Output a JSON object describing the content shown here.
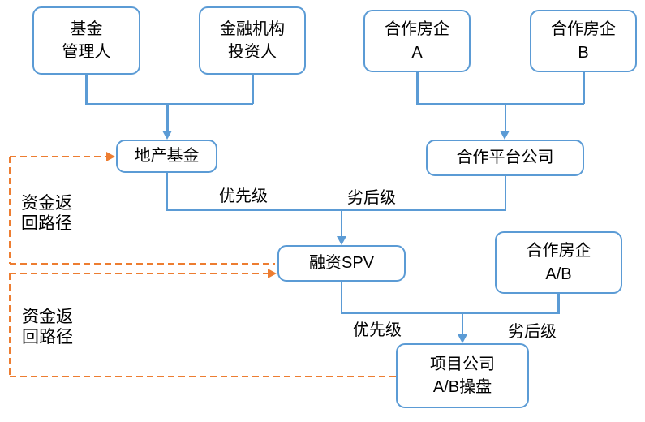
{
  "colors": {
    "accent_blue": "#5B9BD5",
    "accent_orange": "#ED7D31",
    "text_color": "#000000",
    "background": "#FFFFFF"
  },
  "nodes": {
    "fund_manager": "基金\n管理人",
    "financial_investor": "金融机构\n投资人",
    "partner_developer_a": "合作房企\nA",
    "partner_developer_b": "合作房企\nB",
    "real_estate_fund": "地产基金",
    "partner_platform_company": "合作平台公司",
    "financing_spv": "融资SPV",
    "partner_developer_ab": "合作房企\nA/B",
    "project_company": "项目公司\nA/B操盘"
  },
  "edge_labels": {
    "senior_upper": "优先级",
    "junior_upper": "劣后级",
    "senior_lower": "优先级",
    "junior_lower": "劣后级",
    "return_path_upper": "资金返\n回路径",
    "return_path_lower": "资金返\n回路径"
  }
}
